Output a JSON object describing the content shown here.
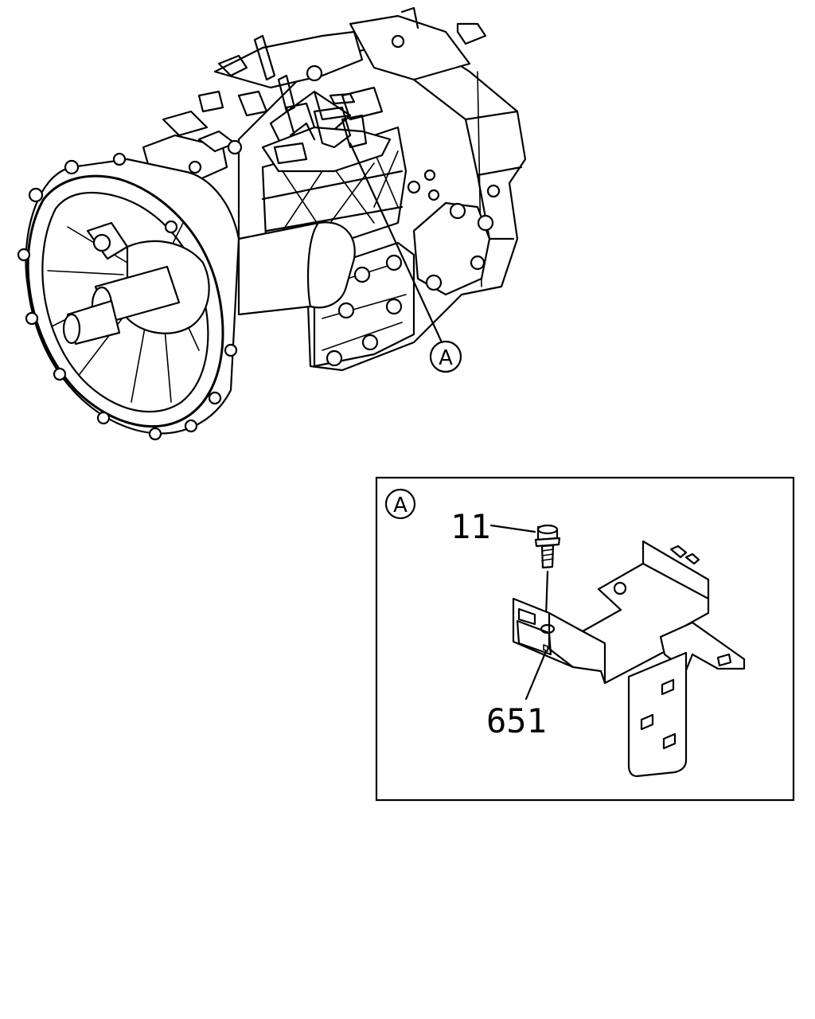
{
  "diagram": {
    "callout_letter": "A",
    "detail_callout_letter": "A",
    "parts": [
      {
        "number": "11",
        "name": "bolt-icon"
      },
      {
        "number": "651",
        "name": "bracket-icon"
      }
    ]
  }
}
